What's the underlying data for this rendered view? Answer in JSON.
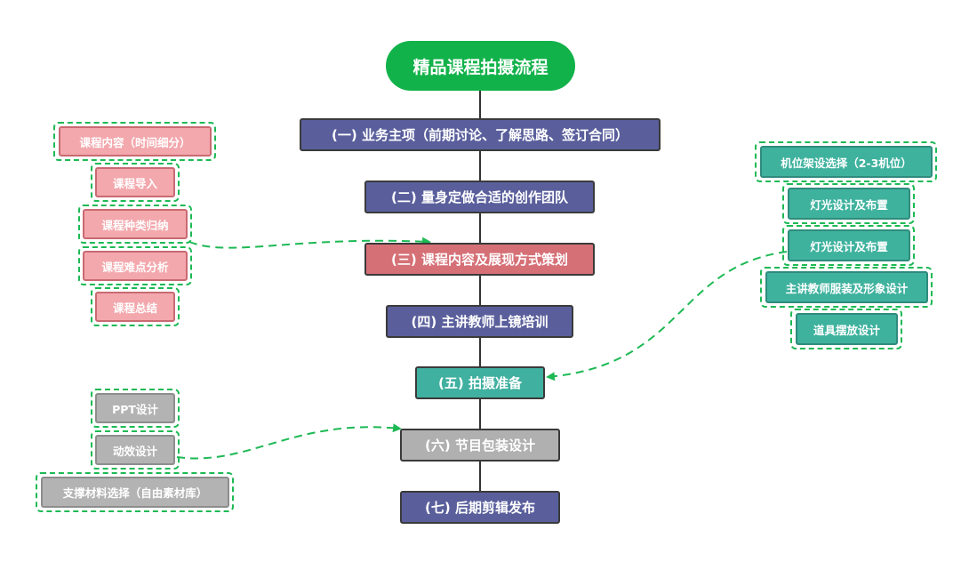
{
  "title": "精品课程拍摄流程",
  "steps": [
    "(一) 业务主项（前期讨论、了解思路、签订合同）",
    "(二) 量身定做合适的创作团队",
    "(三) 课程内容及展现方式策划",
    "(四) 主讲教师上镜培训",
    "(五) 拍摄准备",
    "(六) 节目包装设计",
    "(七) 后期剪辑发布"
  ],
  "left_course_items": [
    "课程内容（时间细分）",
    "课程导入",
    "课程种类归纳",
    "课程难点分析",
    "课程总结"
  ],
  "right_prep_items": [
    "机位架设选择（2-3机位）",
    "灯光设计及布置",
    "灯光设计及布置",
    "主讲教师服装及形象设计",
    "道具摆放设计"
  ],
  "left_package_items": [
    "PPT设计",
    "动效设计",
    "支撑材料选择（自由素材库）"
  ],
  "colors": {
    "title": "#12b24a",
    "step_blue": "#5a5f9c",
    "step_red": "#d67077",
    "step_teal": "#40b0a0",
    "step_gray": "#b0b0b0",
    "connector": "#1db954",
    "spine": "#333333"
  }
}
